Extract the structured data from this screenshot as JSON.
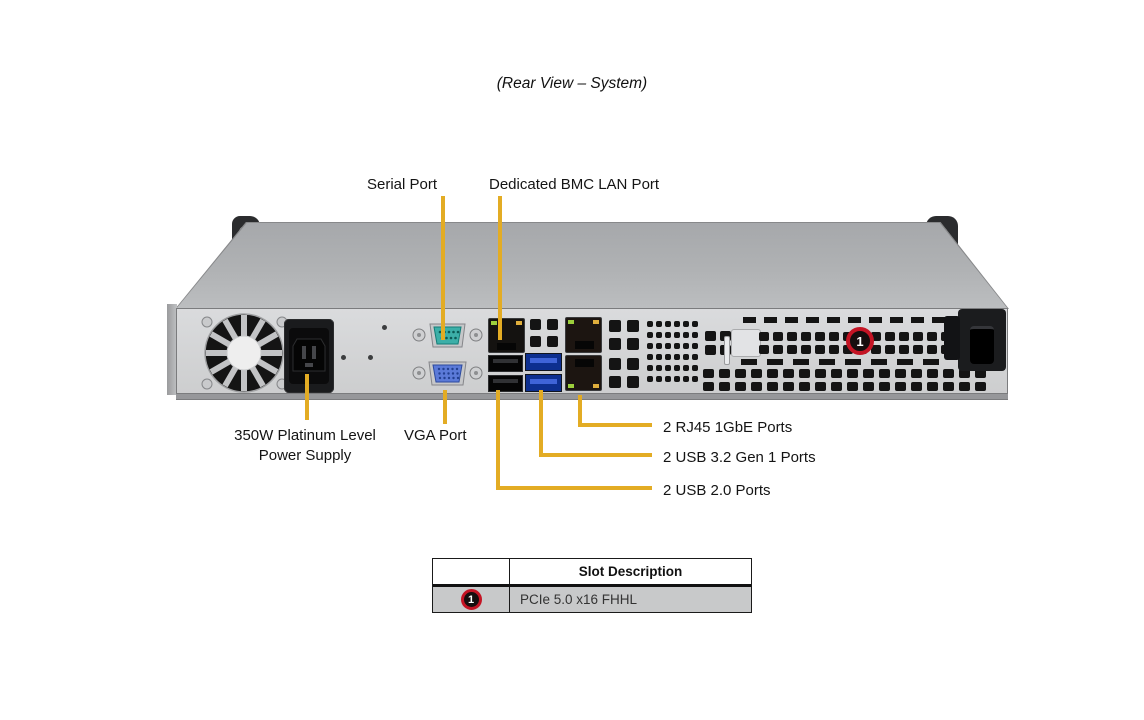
{
  "title": "(Rear View – System)",
  "labels": {
    "serial": "Serial Port",
    "bmc": "Dedicated BMC LAN Port",
    "psu_line1": "350W Platinum Level",
    "psu_line2": "Power Supply",
    "vga": "VGA Port",
    "rj45": "2 RJ45 1GbE Ports",
    "usb3": "2 USB 3.2 Gen 1 Ports",
    "usb2": "2 USB 2.0 Ports"
  },
  "slot_badge": {
    "number": "1"
  },
  "table": {
    "header_slot": "Slot Description",
    "rows": [
      {
        "marker": "1",
        "description": "PCIe 5.0 x16 FHHL"
      }
    ]
  },
  "colors": {
    "callout_line": "#E3AC24",
    "badge_ring": "#C41424",
    "serial_port": "#3CAFA8",
    "vga_port": "#5B7AD8",
    "usb3_blue": "#0D2F8F"
  }
}
